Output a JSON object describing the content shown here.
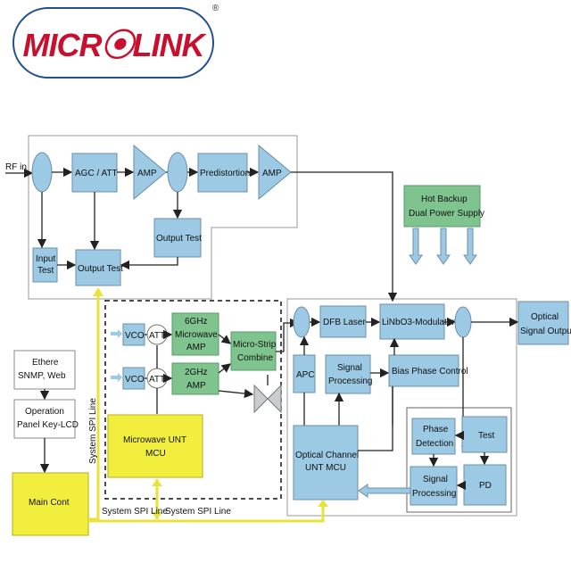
{
  "brand": {
    "logo": "MICR⦿LINK",
    "reg": "®"
  },
  "labels": {
    "rf_in": "RF in",
    "agc_att": "AGC / ATT",
    "amp1": "AMP",
    "predistortion": "Predistortion",
    "amp2": "AMP",
    "output_test_top": "Output Test",
    "input_test_1": "Input",
    "input_test_2": "Test",
    "output_test_bottom": "Output Test",
    "hot_backup_1": "Hot Backup",
    "hot_backup_2": "Dual Power Supply",
    "vco1": "VCO",
    "att1": "ATT",
    "vco2": "VCO",
    "att2": "ATT",
    "mw6_1": "6GHz",
    "mw6_2": "Microwave",
    "mw6_3": "AMP",
    "amp2g_1": "2GHz",
    "amp2g_2": "AMP",
    "msc_1": "Micro-Strip",
    "msc_2": "Combine",
    "mw_unt_1": "Microwave UNT",
    "mw_unt_2": "MCU",
    "dfb": "DFB Laser",
    "modulator": "LiNbO3-Modulator",
    "opt_out_1": "Optical",
    "opt_out_2": "Signal Output",
    "apc": "APC",
    "sigproc1_1": "Signal",
    "sigproc1_2": "Processing",
    "bias": "Bias Phase Control",
    "oc_unt_1": "Optical Channel",
    "oc_unt_2": "UNT MCU",
    "phase_1": "Phase",
    "phase_2": "Detection",
    "test": "Test",
    "sigproc2_1": "Signal",
    "sigproc2_2": "Processing",
    "pd": "PD",
    "ethere_1": "Ethere",
    "ethere_2": "SNMP, Web",
    "oppanel_1": "Operation",
    "oppanel_2": "Panel Key-LCD",
    "main_cont": "Main Cont",
    "spi_vertical": "System SPI Line",
    "spi_1": "System SPI Line",
    "spi_2": "System SPI Line"
  }
}
